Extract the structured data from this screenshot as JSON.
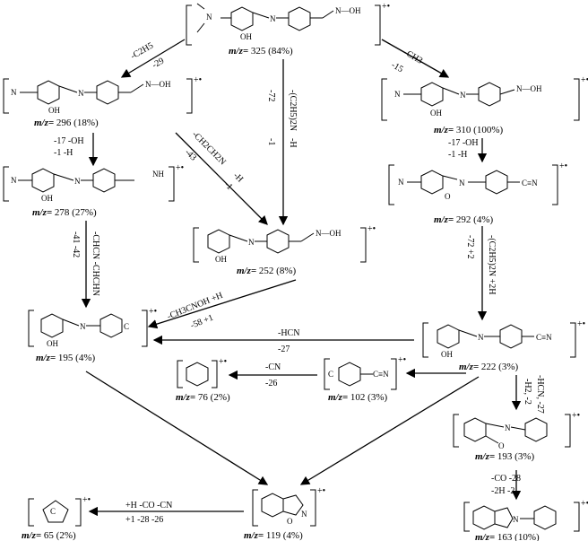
{
  "species": [
    {
      "id": "s325",
      "mz": "325",
      "pct": "(84%)"
    },
    {
      "id": "s296",
      "mz": "296",
      "pct": "(18%)"
    },
    {
      "id": "s310",
      "mz": "310",
      "pct": "(100%)"
    },
    {
      "id": "s278",
      "mz": "278",
      "pct": "(27%)"
    },
    {
      "id": "s252",
      "mz": "252",
      "pct": "(8%)"
    },
    {
      "id": "s292",
      "mz": "292",
      "pct": "(4%)"
    },
    {
      "id": "s195",
      "mz": "195",
      "pct": "(4%)"
    },
    {
      "id": "s222",
      "mz": "222",
      "pct": "(3%)"
    },
    {
      "id": "s76",
      "mz": "76",
      "pct": "(2%)"
    },
    {
      "id": "s102",
      "mz": "102",
      "pct": "(3%)"
    },
    {
      "id": "s193",
      "mz": "193",
      "pct": "(3%)"
    },
    {
      "id": "s119",
      "mz": "119",
      "pct": "(4%)"
    },
    {
      "id": "s65",
      "mz": "65",
      "pct": "(2%)"
    },
    {
      "id": "s163",
      "mz": "163",
      "pct": "(10%)"
    }
  ],
  "mz_prefix": "m/z=",
  "charge": "+•",
  "transitions": [
    {
      "id": "t325_296_a",
      "text": "-C2H5"
    },
    {
      "id": "t325_296_b",
      "text": "-29"
    },
    {
      "id": "t325_310_a",
      "text": "-CH3"
    },
    {
      "id": "t325_310_b",
      "text": "-15"
    },
    {
      "id": "t325_252_a",
      "text": "-(C2H5)2N"
    },
    {
      "id": "t325_252_b",
      "text": "-72"
    },
    {
      "id": "t325_252_c",
      "text": "-H"
    },
    {
      "id": "t325_252_d",
      "text": "-1"
    },
    {
      "id": "t296_278_a",
      "text": "-17   -OH"
    },
    {
      "id": "t296_278_b",
      "text": "-1   -H"
    },
    {
      "id": "t296_252_a",
      "text": "-CH2CH2N"
    },
    {
      "id": "t296_252_b",
      "text": "-43"
    },
    {
      "id": "t296_252_c",
      "text": "-H"
    },
    {
      "id": "t296_252_d",
      "text": "-1"
    },
    {
      "id": "t310_292_a",
      "text": "-17   -OH"
    },
    {
      "id": "t310_292_b",
      "text": "-1   -H"
    },
    {
      "id": "t278_195_a",
      "text": "-CHCN   -CHCHN"
    },
    {
      "id": "t278_195_b",
      "text": "-41   -42"
    },
    {
      "id": "t292_222_a",
      "text": "-(C2H5)2N   +2H"
    },
    {
      "id": "t292_222_b",
      "text": "-72   +2"
    },
    {
      "id": "t252_195_a",
      "text": "-CH3CNOH   +H"
    },
    {
      "id": "t252_195_b",
      "text": "-58   +1"
    },
    {
      "id": "t222_195_a",
      "text": "-HCN"
    },
    {
      "id": "t222_195_b",
      "text": "-27"
    },
    {
      "id": "t102_76_a",
      "text": "-CN"
    },
    {
      "id": "t102_76_b",
      "text": "-26"
    },
    {
      "id": "t222_193_a",
      "text": "-H2, -2"
    },
    {
      "id": "t222_193_b",
      "text": "-HCN, -27"
    },
    {
      "id": "t119_65_a",
      "text": "+H    -CO    -CN"
    },
    {
      "id": "t119_65_b",
      "text": "+1    -28    -26"
    },
    {
      "id": "t193_163_a",
      "text": "-CO   -28"
    },
    {
      "id": "t193_163_b",
      "text": "-2H   -2"
    }
  ],
  "atoms": {
    "N": "N",
    "OH": "OH",
    "O": "O",
    "N_OH": "N—OH",
    "NH": "NH",
    "C": "C",
    "CN": "C≡N",
    "C_dot": "C",
    "H_dot": "H"
  }
}
